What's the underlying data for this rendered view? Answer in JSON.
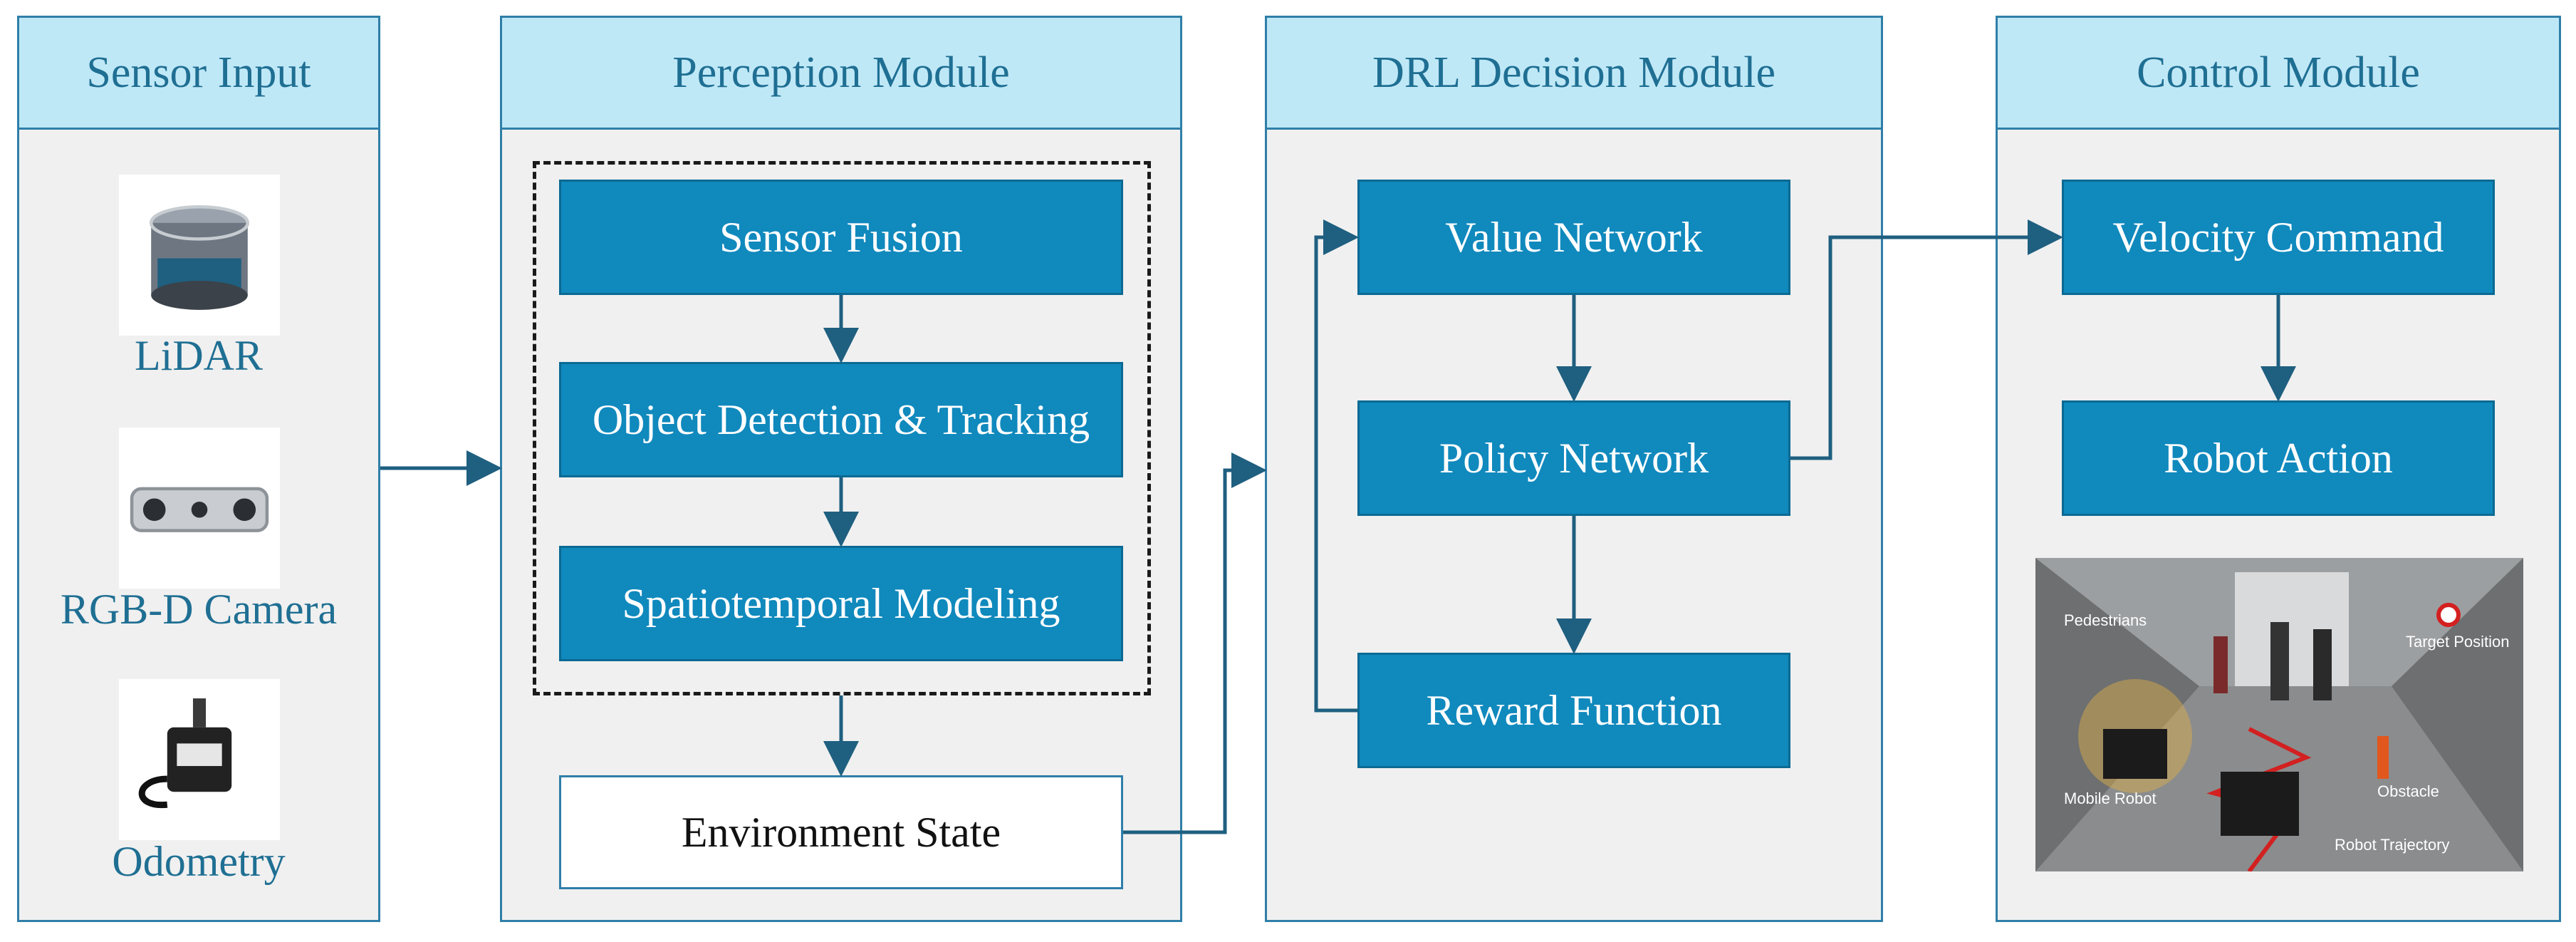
{
  "modules": {
    "sensor_input": {
      "title": "Sensor Input",
      "items": [
        {
          "label": "LiDAR"
        },
        {
          "label": "RGB-D Camera"
        },
        {
          "label": "Odometry"
        }
      ]
    },
    "perception": {
      "title": "Perception Module",
      "sensor_fusion": "Sensor Fusion",
      "object_detection": "Object Detection & Tracking",
      "spatiotemporal": "Spatiotemporal Modeling",
      "environment_state": "Environment State"
    },
    "drl": {
      "title": "DRL Decision Module",
      "value_network": "Value Network",
      "policy_network": "Policy Network",
      "reward_function": "Reward Function"
    },
    "control": {
      "title": "Control Module",
      "velocity_command": "Velocity Command",
      "robot_action": "Robot Action",
      "photo_labels": {
        "pedestrians": "Pedestrians",
        "target_position": "Target Position",
        "mobile_robot": "Mobile Robot",
        "obstacle": "Obstacle",
        "robot_trajectory": "Robot Trajectory"
      }
    }
  },
  "colors": {
    "panel_border": "#2f7fa8",
    "header_fill": "#bfe8f7",
    "panel_fill": "#f0f0f0",
    "box_fill": "#1089bd",
    "arrow": "#1f5f80",
    "label_text": "#1f6f93"
  }
}
